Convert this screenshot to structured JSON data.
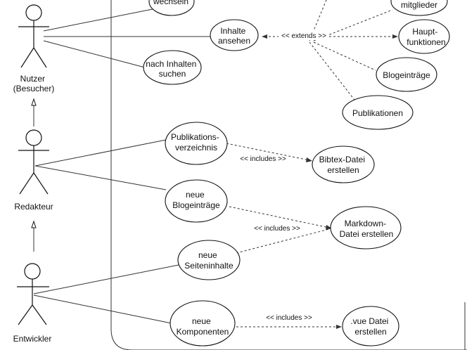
{
  "actors": [
    {
      "key": "nutzer",
      "label_lines": [
        "Nutzer",
        "(Besucher)"
      ]
    },
    {
      "key": "redakteur",
      "label_lines": [
        "Redakteur"
      ]
    },
    {
      "key": "entwickler",
      "label_lines": [
        "Entwickler"
      ]
    }
  ],
  "use_cases": [
    {
      "key": "wechseln",
      "label_lines": [
        "wechseln"
      ]
    },
    {
      "key": "inhalte_ansehen",
      "label_lines": [
        "Inhalte",
        "ansehen"
      ]
    },
    {
      "key": "nach_inhalten_suchen",
      "label_lines": [
        "nach Inhalten",
        "suchen"
      ]
    },
    {
      "key": "mitglieder",
      "label_lines": [
        "mitglieder"
      ]
    },
    {
      "key": "hauptfunktionen",
      "label_lines": [
        "Haupt-",
        "funktionen"
      ]
    },
    {
      "key": "blogeintraege",
      "label_lines": [
        "Blogeinträge"
      ]
    },
    {
      "key": "publikationen",
      "label_lines": [
        "Publikationen"
      ]
    },
    {
      "key": "publikationsverzeichnis",
      "label_lines": [
        "Publikations-",
        "verzeichnis"
      ]
    },
    {
      "key": "bibtex_datei",
      "label_lines": [
        "Bibtex-Datei",
        "erstellen"
      ]
    },
    {
      "key": "neue_blogeintraege",
      "label_lines": [
        "neue",
        "Blogeinträge"
      ]
    },
    {
      "key": "markdown_datei",
      "label_lines": [
        "Markdown-",
        "Datei erstellen"
      ]
    },
    {
      "key": "neue_seiteninhalte",
      "label_lines": [
        "neue",
        "Seiteninhalte"
      ]
    },
    {
      "key": "neue_komponenten",
      "label_lines": [
        "neue",
        "Komponenten"
      ]
    },
    {
      "key": "vue_datei",
      "label_lines": [
        ".vue Datei",
        "erstellen"
      ]
    }
  ],
  "relations": [
    {
      "key": "extends",
      "label": "<< extends >>"
    },
    {
      "key": "includes_bibtex",
      "label": "<< includes >>"
    },
    {
      "key": "includes_markdown",
      "label": "<< includes >>"
    },
    {
      "key": "includes_vue",
      "label": "<< includes >>"
    }
  ]
}
